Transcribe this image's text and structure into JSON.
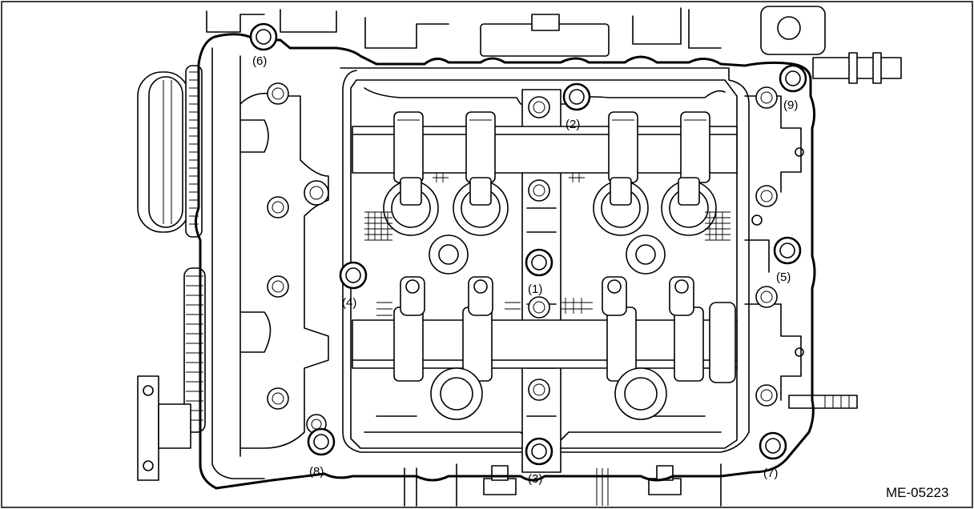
{
  "figure": {
    "code": "ME-05223",
    "callouts": [
      {
        "id": "c1",
        "label": "(1)"
      },
      {
        "id": "c2",
        "label": "(2)"
      },
      {
        "id": "c3",
        "label": "(3)"
      },
      {
        "id": "c4",
        "label": "(4)"
      },
      {
        "id": "c5",
        "label": "(5)"
      },
      {
        "id": "c6",
        "label": "(6)"
      },
      {
        "id": "c7",
        "label": "(7)"
      },
      {
        "id": "c8",
        "label": "(8)"
      },
      {
        "id": "c9",
        "label": "(9)"
      }
    ]
  }
}
